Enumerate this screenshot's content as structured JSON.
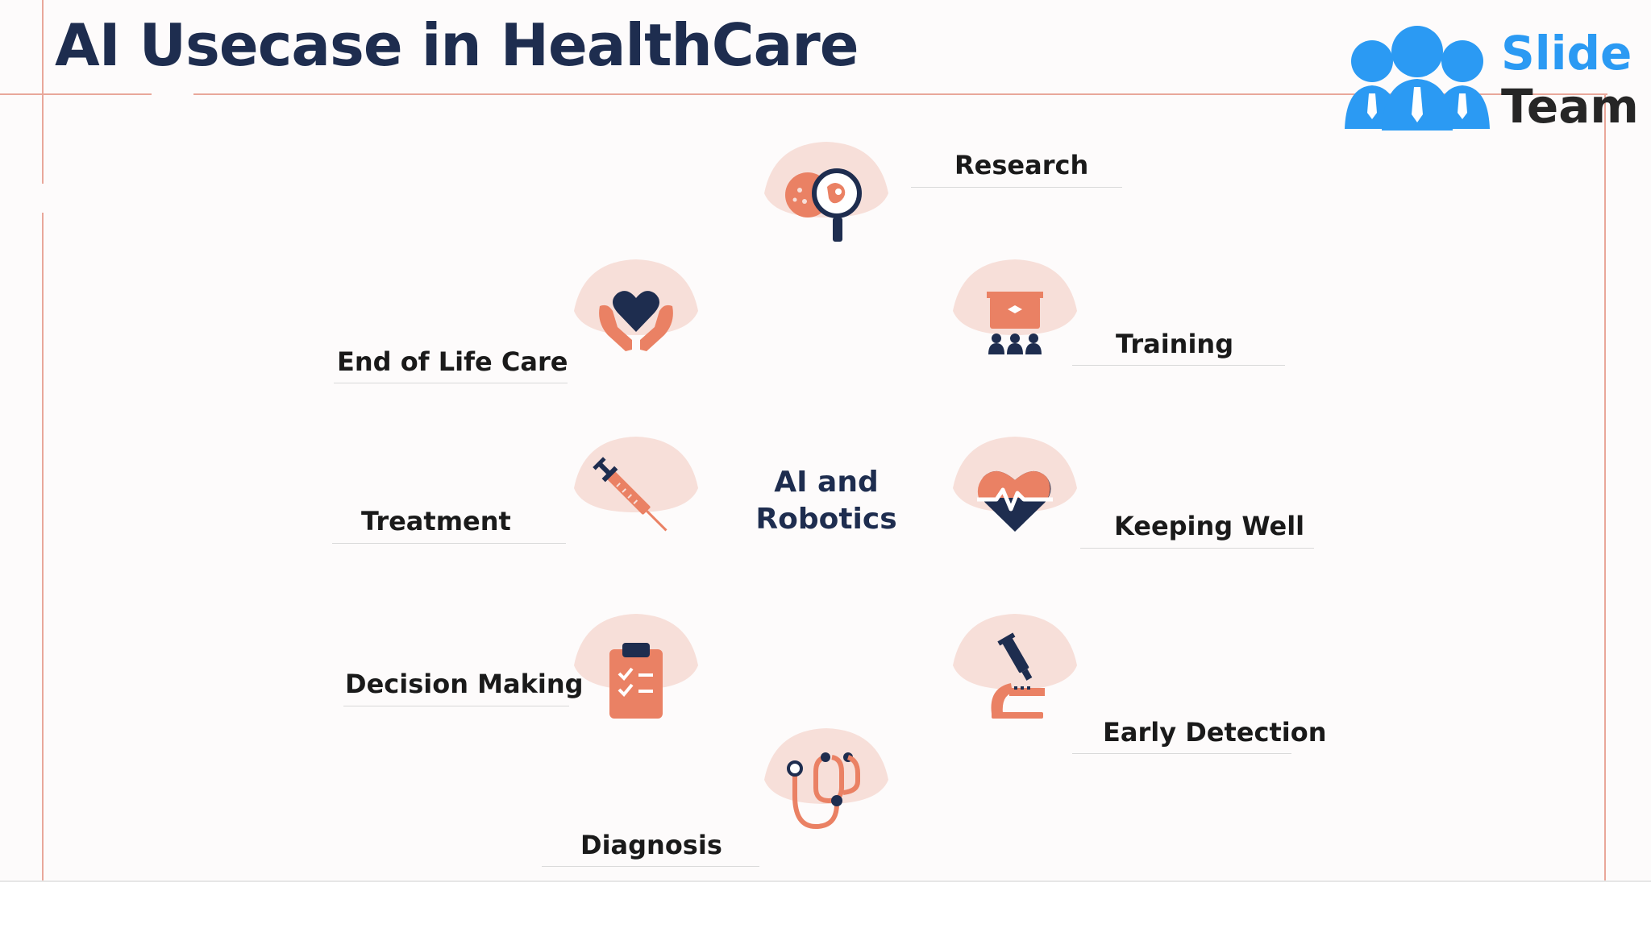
{
  "slide": {
    "title": "AI Usecase in HealthCare",
    "center": {
      "line1": "AI and",
      "line2": "Robotics"
    }
  },
  "logo": {
    "word1": "Slide",
    "word2": "Team"
  },
  "usecases": [
    {
      "label": "Research",
      "icon": "microscope-magnifier-icon"
    },
    {
      "label": "Training",
      "icon": "presentation-audience-icon"
    },
    {
      "label": "Keeping Well",
      "icon": "heartbeat-icon"
    },
    {
      "label": "Early Detection",
      "icon": "microscope-icon"
    },
    {
      "label": "Diagnosis",
      "icon": "stethoscope-icon"
    },
    {
      "label": "Decision Making",
      "icon": "clipboard-checklist-icon"
    },
    {
      "label": "Treatment",
      "icon": "syringe-icon"
    },
    {
      "label": "End of Life Care",
      "icon": "hands-heart-icon"
    }
  ],
  "colors": {
    "navy": "#1e2d4f",
    "salmon": "#ea8164",
    "disc_pink": "#f7dfd9",
    "frame_line": "#e9a79a",
    "logo_blue": "#2b9af3"
  }
}
